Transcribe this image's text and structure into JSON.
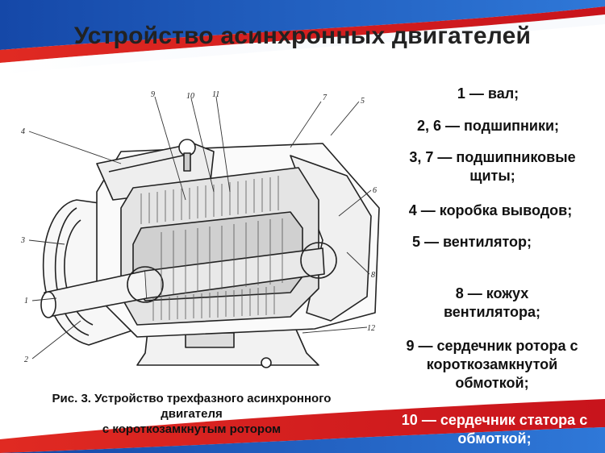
{
  "slide": {
    "title": "Устройство асинхронных двигателей",
    "legend": [
      "1 — вал;",
      "2, 6 — подшипники;",
      "3, 7 — подшипниковые щиты;",
      "4 — коробка выводов;",
      "5 — вентилятор;",
      "8 — кожух вентилятора;",
      "9 — сердечник ротора с короткозамкнутой обмоткой;",
      "10 — сердечник статора с обмоткой;"
    ],
    "figure": {
      "callouts": [
        "1",
        "2",
        "3",
        "4",
        "5",
        "6",
        "7",
        "8",
        "9",
        "10",
        "11",
        "12"
      ]
    },
    "caption": {
      "line1": "Рис. 3. Устройство трехфазного асинхронного",
      "line2": "двигателя",
      "line3": "с короткозамкнутым ротором"
    },
    "colors": {
      "top_band_blue": "#1d5fc0",
      "top_band_red": "#d81e1e",
      "bottom_band_red": "#d81e1e",
      "bottom_band_blue": "#1d5fc0"
    }
  }
}
